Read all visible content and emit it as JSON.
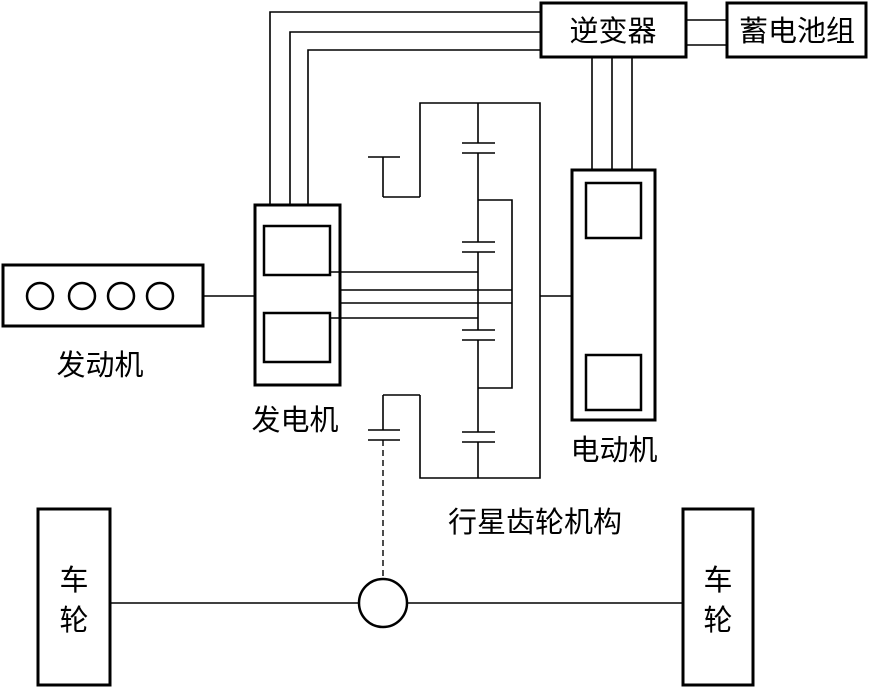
{
  "labels": {
    "inverter": "逆变器",
    "battery": "蓄电池组",
    "engine": "发动机",
    "generator": "发电机",
    "motor": "电动机",
    "planetary": "行星齿轮机构",
    "wheel_left": [
      "车",
      "轮"
    ],
    "wheel_right": [
      "车",
      "轮"
    ]
  }
}
